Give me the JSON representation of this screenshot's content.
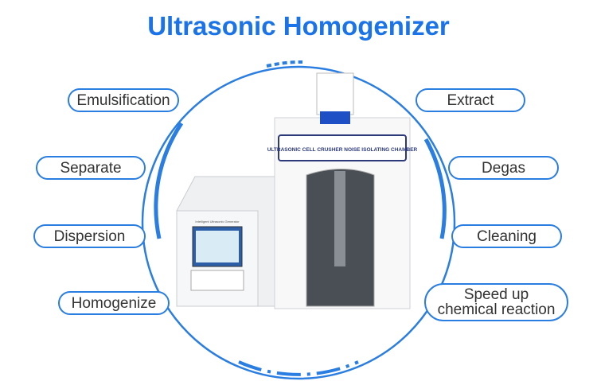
{
  "title": "Ultrasonic Homogenizer",
  "left_labels": [
    "Emulsification",
    "Separate",
    "Dispersion",
    "Homogenize"
  ],
  "right_labels": [
    "Extract",
    "Degas",
    "Cleaning"
  ],
  "speed_label": {
    "line1": "Speed up",
    "line2": "chemical reaction"
  },
  "machine": {
    "chamber_label": "ULTRASONIC CELL CRUSHER NOISE ISOLATING CHAMBER",
    "generator_label": "Intelligent Ultrasonic Generator"
  },
  "colors": {
    "accent": "#1a73e8",
    "ring": "#2a7de1",
    "text": "#333333"
  }
}
